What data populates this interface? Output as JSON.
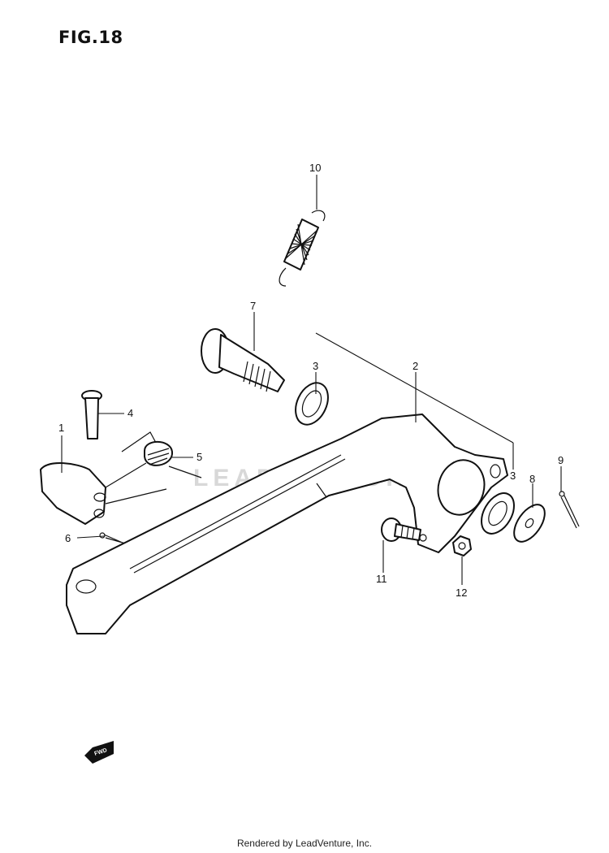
{
  "figure": {
    "title": "FIG.18"
  },
  "watermark": {
    "text": "LEADVENTURE"
  },
  "direction_marker": {
    "text": "FWD"
  },
  "callouts": [
    {
      "id": "1",
      "label": "1"
    },
    {
      "id": "2",
      "label": "2"
    },
    {
      "id": "3a",
      "label": "3"
    },
    {
      "id": "3b",
      "label": "3"
    },
    {
      "id": "4",
      "label": "4"
    },
    {
      "id": "5",
      "label": "5"
    },
    {
      "id": "6",
      "label": "6"
    },
    {
      "id": "7",
      "label": "7"
    },
    {
      "id": "8",
      "label": "8"
    },
    {
      "id": "9",
      "label": "9"
    },
    {
      "id": "10",
      "label": "10"
    },
    {
      "id": "11",
      "label": "11"
    },
    {
      "id": "12",
      "label": "12"
    }
  ],
  "footer": {
    "text": "Rendered by LeadVenture, Inc."
  }
}
